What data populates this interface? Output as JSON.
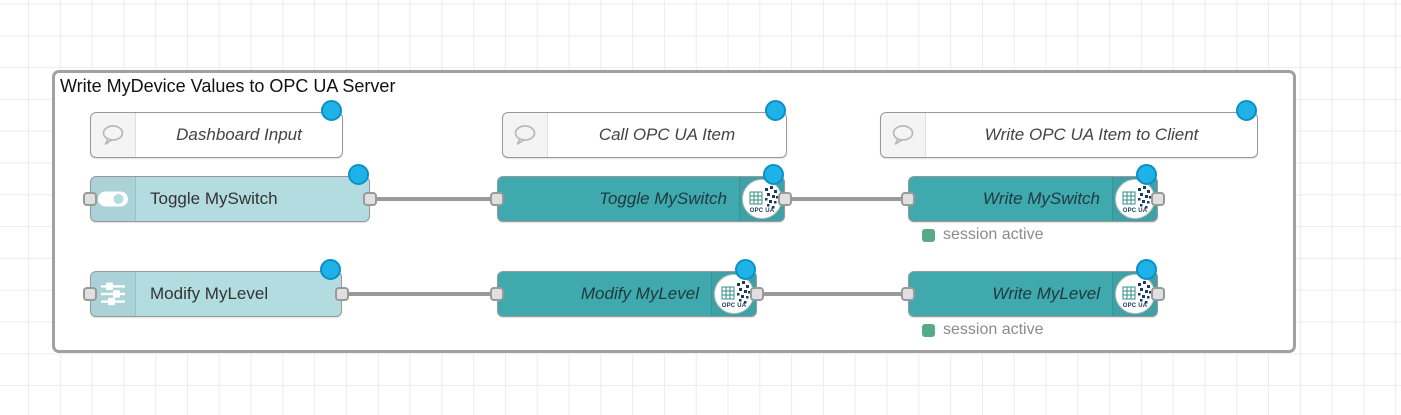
{
  "group": {
    "title": "Write MyDevice Values to OPC UA Server"
  },
  "comments": [
    {
      "label": "Dashboard Input"
    },
    {
      "label": "Call OPC UA Item"
    },
    {
      "label": "Write OPC UA Item to Client"
    }
  ],
  "nodes": [
    {
      "label": "Toggle MySwitch",
      "type": "dashboard-switch",
      "icon": "toggle-icon"
    },
    {
      "label": "Modify MyLevel",
      "type": "dashboard-slider",
      "icon": "sliders-icon"
    },
    {
      "label": "Toggle MySwitch",
      "type": "opcua-item",
      "icon": "opcua-logo-icon"
    },
    {
      "label": "Modify MyLevel",
      "type": "opcua-item",
      "icon": "opcua-logo-icon"
    },
    {
      "label": "Write MySwitch",
      "type": "opcua-client",
      "icon": "opcua-logo-icon",
      "status": "session active"
    },
    {
      "label": "Write MyLevel",
      "type": "opcua-client",
      "icon": "opcua-logo-icon",
      "status": "session active"
    }
  ],
  "opcua": {
    "badge_label": "OPC UA"
  },
  "icons": {
    "comment": "speech-bubble-icon",
    "changed": "changed-indicator-dot"
  },
  "colors": {
    "node_teal": "#40a9ae",
    "node_light_teal": "#b3dce0",
    "changed_dot_blue": "#1fb2e9",
    "status_green": "#55aa88",
    "wire_gray": "#999999",
    "group_border": "#a1a1a1"
  }
}
